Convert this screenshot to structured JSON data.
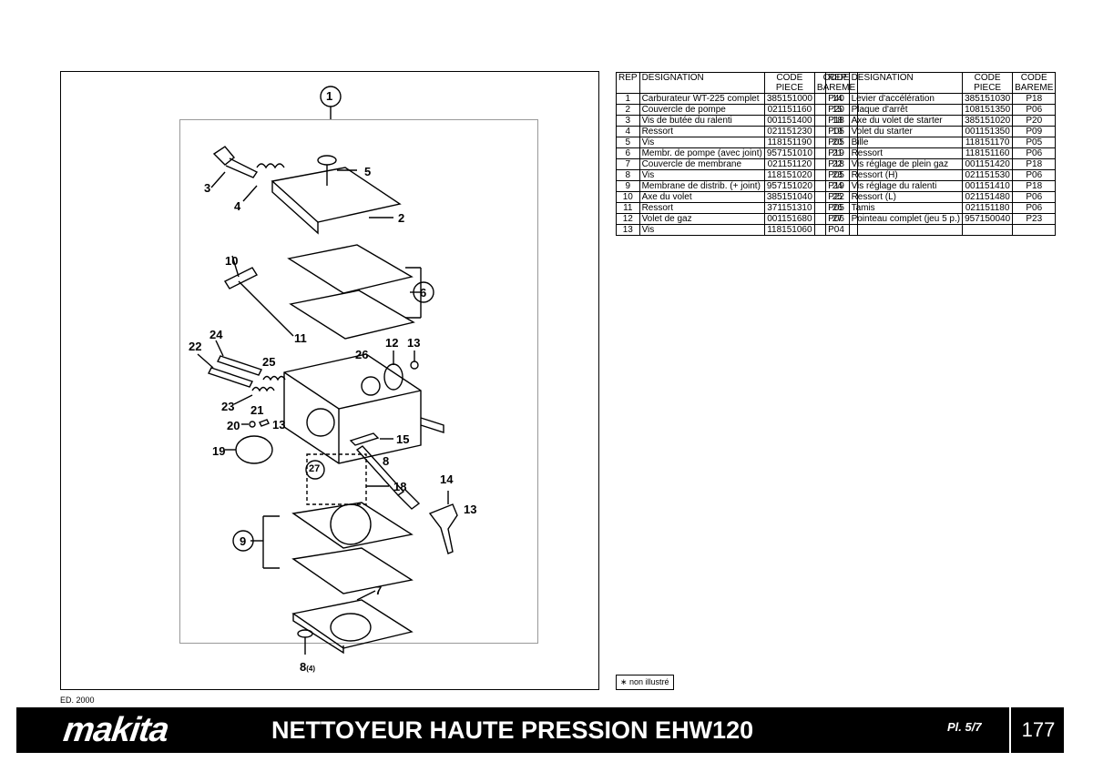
{
  "table_headers": {
    "rep": "REP",
    "designation": "DESIGNATION",
    "code_piece_1": "CODE",
    "code_piece_2": "PIECE",
    "code_bareme_1": "CODE",
    "code_bareme_2": "BAREME"
  },
  "parts_left": [
    {
      "rep": "1",
      "designation": "Carburateur WT-225 complet",
      "code": "385151000",
      "bareme": "P40"
    },
    {
      "rep": "2",
      "designation": "Couvercle de pompe",
      "code": "021151160",
      "bareme": "P20"
    },
    {
      "rep": "3",
      "designation": "Vis de butée du ralenti",
      "code": "001151400",
      "bareme": "P18"
    },
    {
      "rep": "4",
      "designation": "Ressort",
      "code": "021151230",
      "bareme": "P05"
    },
    {
      "rep": "5",
      "designation": "Vis",
      "code": "118151190",
      "bareme": "P05"
    },
    {
      "rep": "6",
      "designation": "Membr. de pompe (avec joint)",
      "code": "957151010",
      "bareme": "P19"
    },
    {
      "rep": "7",
      "designation": "Couvercle de membrane",
      "code": "021151120",
      "bareme": "P18"
    },
    {
      "rep": "8",
      "designation": "Vis",
      "code": "118151020",
      "bareme": "P05"
    },
    {
      "rep": "9",
      "designation": "Membrane de distrib. (+ joint)",
      "code": "957151020",
      "bareme": "P19"
    },
    {
      "rep": "10",
      "designation": "Axe du volet",
      "code": "385151040",
      "bareme": "P22"
    },
    {
      "rep": "11",
      "designation": "Ressort",
      "code": "371151310",
      "bareme": "P05"
    },
    {
      "rep": "12",
      "designation": "Volet de gaz",
      "code": "001151680",
      "bareme": "P06"
    },
    {
      "rep": "13",
      "designation": "Vis",
      "code": "118151060",
      "bareme": "P04"
    }
  ],
  "parts_right": [
    {
      "rep": "14",
      "designation": "Levier d'accélération",
      "code": "385151030",
      "bareme": "P18"
    },
    {
      "rep": "15",
      "designation": "Plaque d'arrêt",
      "code": "108151350",
      "bareme": "P06"
    },
    {
      "rep": "18",
      "designation": "Axe du volet de starter",
      "code": "385151020",
      "bareme": "P20"
    },
    {
      "rep": "19",
      "designation": "Volet du starter",
      "code": "001151350",
      "bareme": "P09"
    },
    {
      "rep": "20",
      "designation": "Bille",
      "code": "118151170",
      "bareme": "P05"
    },
    {
      "rep": "21",
      "designation": "Ressort",
      "code": "118151160",
      "bareme": "P06"
    },
    {
      "rep": "22",
      "designation": "Vis réglage de plein gaz",
      "code": "001151420",
      "bareme": "P18"
    },
    {
      "rep": "23",
      "designation": "Ressort (H)",
      "code": "021151530",
      "bareme": "P06"
    },
    {
      "rep": "24",
      "designation": "Vis réglage du ralenti",
      "code": "001151410",
      "bareme": "P18"
    },
    {
      "rep": "25",
      "designation": "Ressort (L)",
      "code": "021151480",
      "bareme": "P06"
    },
    {
      "rep": "26",
      "designation": "Tamis",
      "code": "021151180",
      "bareme": "P06"
    },
    {
      "rep": "27",
      "designation": "Pointeau complet (jeu 5 p.)",
      "code": "957150040",
      "bareme": "P23"
    },
    {
      "rep": "",
      "designation": "",
      "code": "",
      "bareme": ""
    }
  ],
  "callouts": {
    "c1": "1",
    "c2": "2",
    "c3": "3",
    "c4": "4",
    "c5": "5",
    "c6": "6",
    "c7": "7",
    "c8": "8",
    "c8_sub": "(4)",
    "c9": "9",
    "c10": "10",
    "c11": "11",
    "c12": "12",
    "c13a": "13",
    "c13b": "13",
    "c13c": "13",
    "c14": "14",
    "c15": "15",
    "c18": "18",
    "c19": "19",
    "c20": "20",
    "c21": "21",
    "c22": "22",
    "c23": "23",
    "c24": "24",
    "c25": "25",
    "c26": "26",
    "c27": "27",
    "c8b": "8"
  },
  "note": "∗ non illustré",
  "edition": "ED. 2000",
  "footer": {
    "brand": "makita",
    "title": "NETTOYEUR HAUTE PRESSION EHW120",
    "plate": "Pl. 5/7",
    "page": "177"
  }
}
